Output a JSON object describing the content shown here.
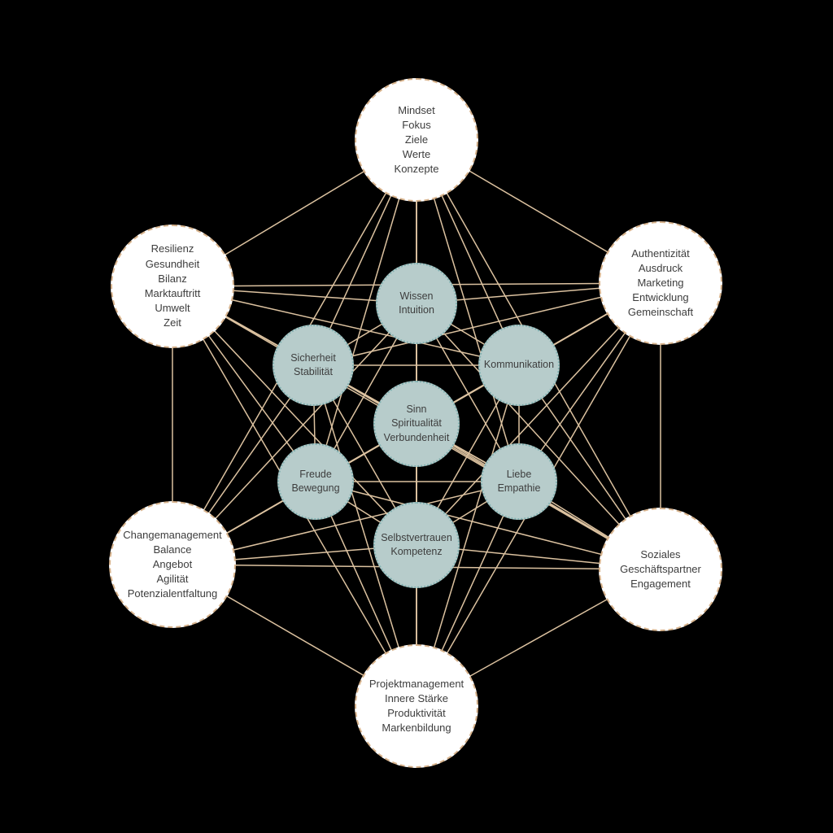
{
  "diagram": {
    "background_color": "#000000",
    "line_color": "#dcc2a0",
    "outer_node_style": {
      "fill": "#ffffff",
      "border": "#d8b48e",
      "text": "#3d3d3d"
    },
    "inner_node_style": {
      "fill": "#b7cccb",
      "border": "#82b1b1",
      "text": "#3d3d3d"
    },
    "outer_nodes": [
      {
        "id": "mindset",
        "label": "Mindset\nFokus\nZiele\nWerte\nKonzepte"
      },
      {
        "id": "resilienz",
        "label": "Resilienz\nGesundheit\nBilanz\nMarktauftritt\nUmwelt\nZeit"
      },
      {
        "id": "authentizitaet",
        "label": "Authentizität\nAusdruck\nMarketing\nEntwicklung\nGemeinschaft"
      },
      {
        "id": "changemanagement",
        "label": "Changemanagement\nBalance\nAngebot\nAgilität\nPotenzialentfaltung"
      },
      {
        "id": "soziales",
        "label": "Soziales\nGeschäftspartner\nEngagement"
      },
      {
        "id": "projektmanagement",
        "label": "Projektmanagement\nInnere Stärke\nProduktivität\nMarkenbildung"
      }
    ],
    "inner_nodes": [
      {
        "id": "wissen",
        "label": "Wissen\nIntuition"
      },
      {
        "id": "sicherheit",
        "label": "Sicherheit\nStabilität"
      },
      {
        "id": "kommunikation",
        "label": "Kommunikation"
      },
      {
        "id": "sinn",
        "label": "Sinn\nSpiritualität\nVerbundenheit"
      },
      {
        "id": "freude",
        "label": "Freude\nBewegung"
      },
      {
        "id": "liebe",
        "label": "Liebe\nEmpathie"
      },
      {
        "id": "selbstvertrauen",
        "label": "Selbstvertrauen\nKompetenz"
      }
    ]
  }
}
